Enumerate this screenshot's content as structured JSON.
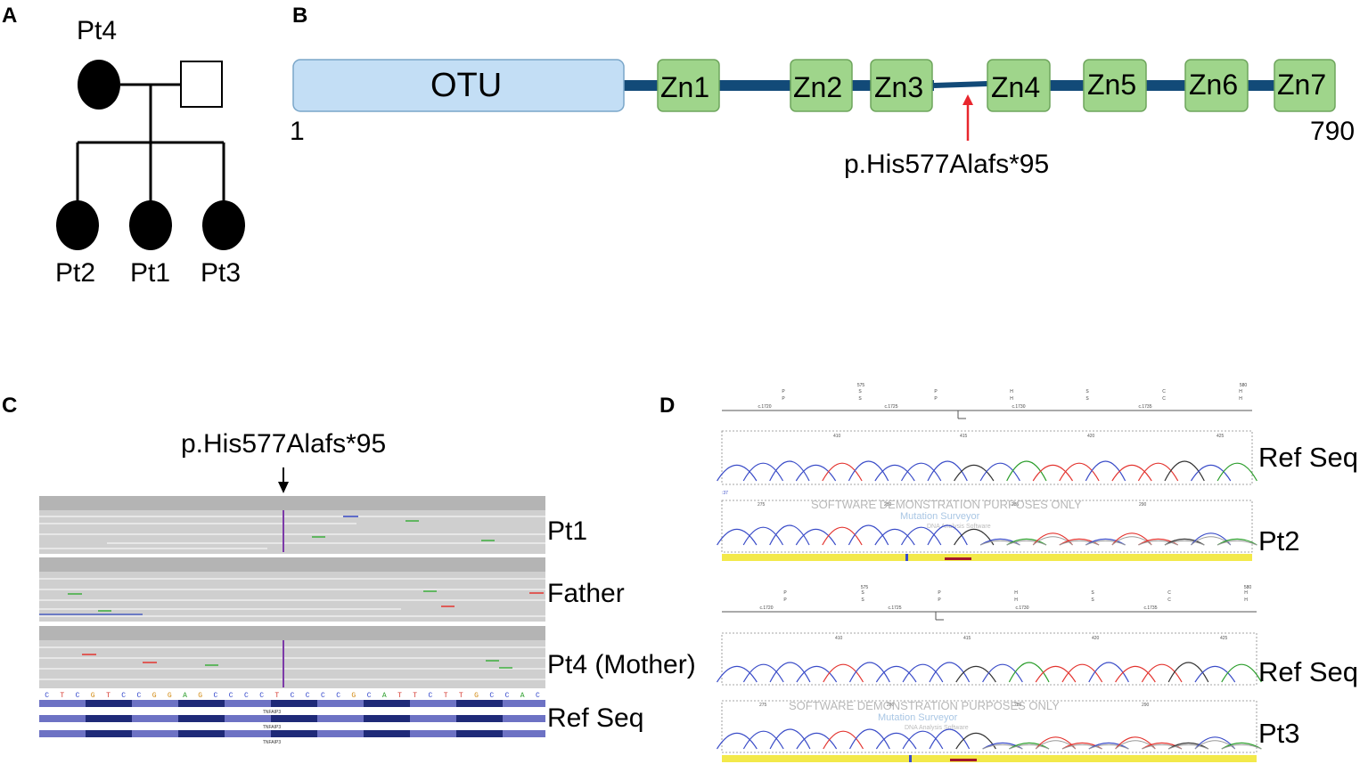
{
  "panels": {
    "a": "A",
    "b": "B",
    "c": "C",
    "d": "D"
  },
  "pedigree": {
    "mother": "Pt4",
    "children": [
      "Pt2",
      "Pt1",
      "Pt3"
    ]
  },
  "protein": {
    "start": "1",
    "end": "790",
    "domains": [
      "OTU",
      "Zn1",
      "Zn2",
      "Zn3",
      "Zn4",
      "Zn5",
      "Zn6",
      "Zn7"
    ],
    "mutation": "p.His577Alafs*95",
    "colors": {
      "otu_fill": "#c3def5",
      "zn_fill": "#9fd58b",
      "backbone": "#124a78",
      "mutation_arrow": "#e8262d"
    }
  },
  "igv": {
    "mutation": "p.His577Alafs*95",
    "tracks": [
      "Pt1",
      "Father",
      "Pt4 (Mother)",
      "Ref Seq"
    ],
    "ref_bases": [
      "C",
      "T",
      "C",
      "G",
      "T",
      "C",
      "C",
      "G",
      "G",
      "A",
      "G",
      "C",
      "C",
      "C",
      "C",
      "T",
      "C",
      "C",
      "C",
      "C",
      "G",
      "C",
      "A",
      "T",
      "T",
      "C",
      "T",
      "T",
      "G",
      "C",
      "C",
      "A",
      "C"
    ],
    "gene": "TNFAIP3"
  },
  "chromatograms": {
    "labels": [
      "Ref Seq",
      "Pt2",
      "Ref Seq",
      "Pt3"
    ],
    "coords": [
      "c.1720",
      "c.1725",
      "c.1730",
      "c.1735"
    ],
    "codon_top": [
      "P",
      "S",
      "P",
      "H",
      "S",
      "C",
      "H"
    ],
    "codon_mid": [
      "P",
      "S",
      "P",
      "H",
      "S",
      "C",
      "H"
    ],
    "codon_numbers": [
      "575",
      "580"
    ],
    "ref_positions": [
      "410",
      "415",
      "420",
      "425"
    ],
    "pt_positions": [
      "275",
      "280",
      "285",
      "290"
    ],
    "mark": ":37",
    "watermark_1": "SOFTWARE DEMONSTRATION PURPOSES ONLY",
    "watermark_2": "Mutation Surveyor",
    "watermark_3": "DNA Analysis Software"
  }
}
